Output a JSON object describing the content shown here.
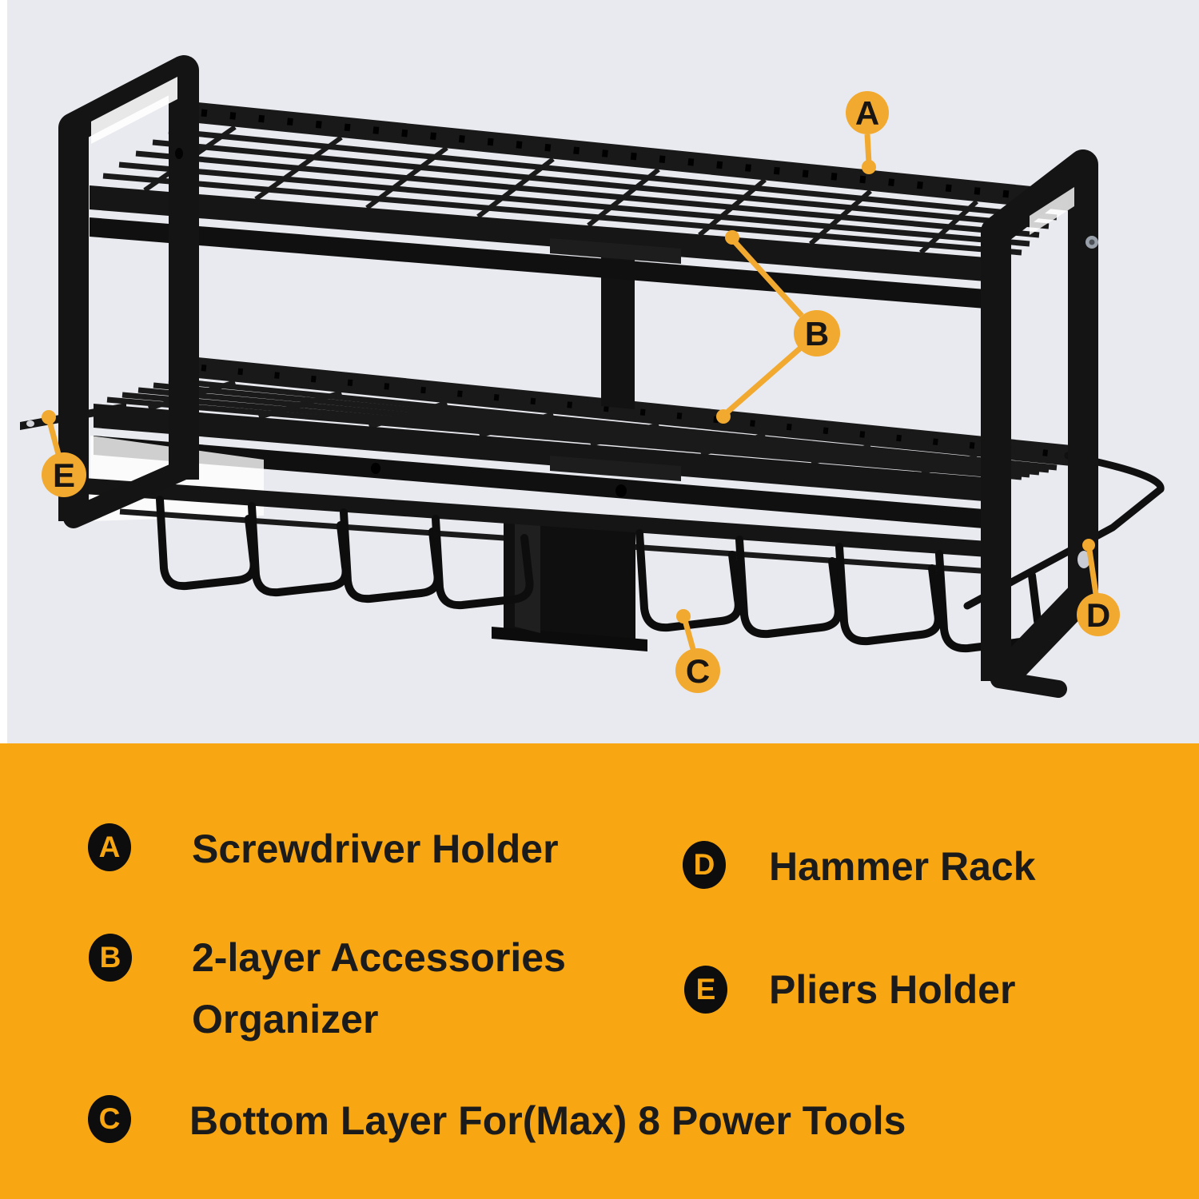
{
  "colors": {
    "photo_background": "#E9EAEF",
    "panel_background": "#F8A712",
    "callout_accent": "#F1A930",
    "rack_black": "#141414"
  },
  "callouts": [
    {
      "letter": "A"
    },
    {
      "letter": "B"
    },
    {
      "letter": "C"
    },
    {
      "letter": "D"
    },
    {
      "letter": "E"
    }
  ],
  "legend": {
    "items": [
      {
        "key": "A",
        "label": "Screwdriver Holder"
      },
      {
        "key": "B",
        "label": "2-layer Accessories\nOrganizer"
      },
      {
        "key": "C",
        "label": "Bottom Layer For(Max) 8 Power Tools"
      },
      {
        "key": "D",
        "label": "Hammer Rack"
      },
      {
        "key": "E",
        "label": "Pliers Holder"
      }
    ]
  }
}
